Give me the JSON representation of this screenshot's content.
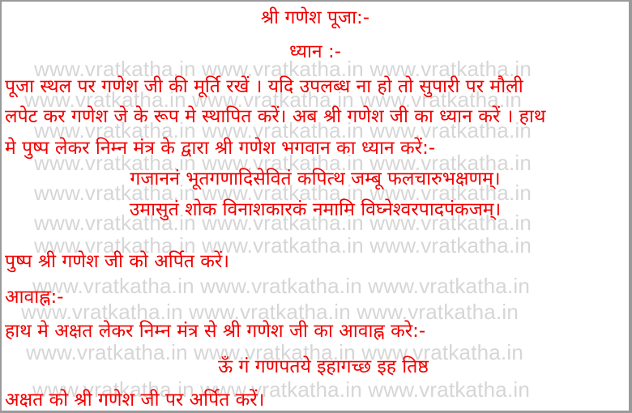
{
  "document": {
    "title": "श्री गणेश पूजा:-",
    "section_dhyan": {
      "heading": "ध्यान :-",
      "paragraph_lines": [
        "पूजा स्थल पर गणेश जी की मूर्ति रखें । यदि उपलब्ध ना हो तो सुपारी पर मौली",
        "लपेट कर गणेश जे के रूप मे स्थापित करें। अब श्री गणेश जी का ध्यान करें । हाथ",
        "मे पुष्प लेकर निम्न मंत्र के द्वारा श्री गणेश भगवान का ध्यान करें:-"
      ],
      "mantra_lines": [
        "गजाननं भूतगणादिसेवितं कपित्थ जम्बू फलचारुभक्षणम्।",
        "उमासुतं शोक विनाशकारकं नमामि विघ्नेश्वरपादपंकजम्।"
      ],
      "instruction": "पुष्प श्री गणेश जी को अर्पित करें।"
    },
    "section_avahan": {
      "heading": "आवाह्न:-",
      "instruction": "हाथ मे अक्षत लेकर निम्न मंत्र से श्री गणेश जी का आवाह्न करे:-",
      "mantra": "ऊँ गं गणपतये इहागच्छ इह तिष्ठ",
      "closing": "अक्षत को श्री गणेश जी पर अर्पित करें।"
    }
  },
  "watermark": {
    "text": "www.vratkatha.in www.vratkatha.in www.vratkatha.in",
    "color": "#d6d6d6"
  },
  "colors": {
    "text": "#f20000",
    "border": "#9a9a9a",
    "background": "#ffffff"
  }
}
